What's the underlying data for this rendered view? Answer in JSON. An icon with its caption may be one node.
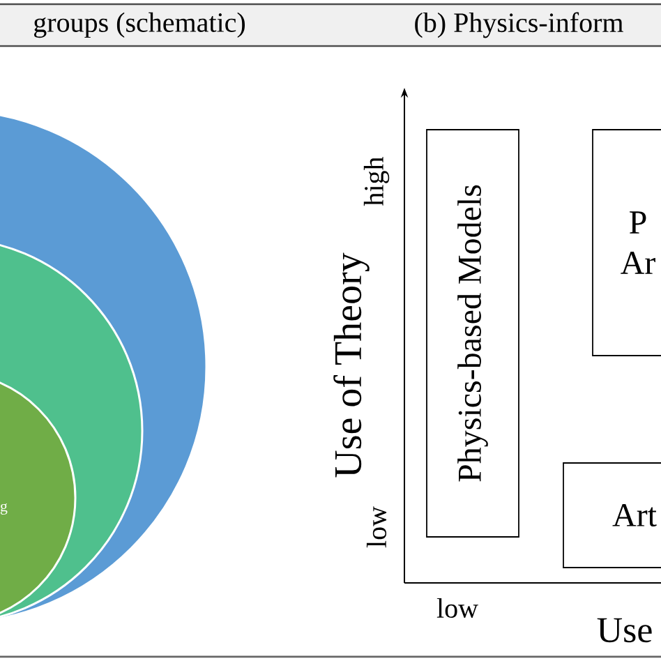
{
  "diagram": {
    "nodes": [
      {
        "text": [],
        "shape": "circle"
      },
      {
        "text": [],
        "shape": "circle",
        "in": 0
      },
      {
        "text": [
          "g"
        ],
        "in": 1
      },
      {
        "text": [
          "Physics-based Models"
        ]
      },
      {
        "text": [
          "P Ar"
        ]
      },
      {
        "text": [
          "Art"
        ]
      }
    ],
    "edges": [],
    "labels": [
      "groups (schematic)",
      "(b) Physics-inform",
      "Use of Theory",
      "high",
      "low",
      "low",
      "Use"
    ]
  }
}
